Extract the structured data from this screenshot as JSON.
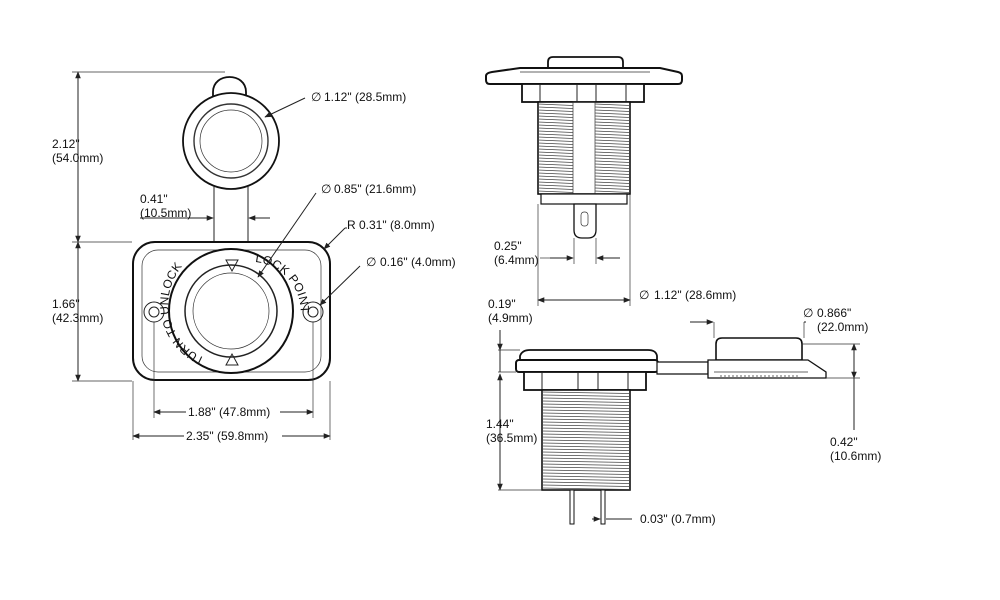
{
  "dimensions": {
    "overall_height": "2.12\"",
    "overall_height_mm": "(54.0mm)",
    "cap_diameter": "1.12\" (28.5mm)",
    "hinge_width": "0.41\"",
    "hinge_width_mm": "(10.5mm)",
    "socket_diameter": "0.85\" (21.6mm)",
    "corner_radius": "R 0.31\" (8.0mm)",
    "hole_diameter": "0.16\" (4.0mm)",
    "plate_height": "1.66\"",
    "plate_height_mm": "(42.3mm)",
    "hole_spacing": "1.88\" (47.8mm)",
    "plate_width": "2.35\" (59.8mm)",
    "terminal_width": "0.25\"",
    "terminal_width_mm": "(6.4mm)",
    "thread_diameter": "1.12\" (28.6mm)",
    "flange_thickness": "0.19\"",
    "flange_thickness_mm": "(4.9mm)",
    "body_length": "1.44\"",
    "body_length_mm": "(36.5mm)",
    "terminal_thickness": "0.03\" (0.7mm)",
    "cap_outer_diameter": "0.866\"",
    "cap_outer_diameter_mm": "(22.0mm)",
    "cap_height": "0.42\"",
    "cap_height_mm": "(10.6mm)"
  },
  "ring_text": {
    "left": "TURN TO UNLOCK",
    "right": "LOCK POINT"
  },
  "symbols": {
    "diameter": "∅"
  }
}
